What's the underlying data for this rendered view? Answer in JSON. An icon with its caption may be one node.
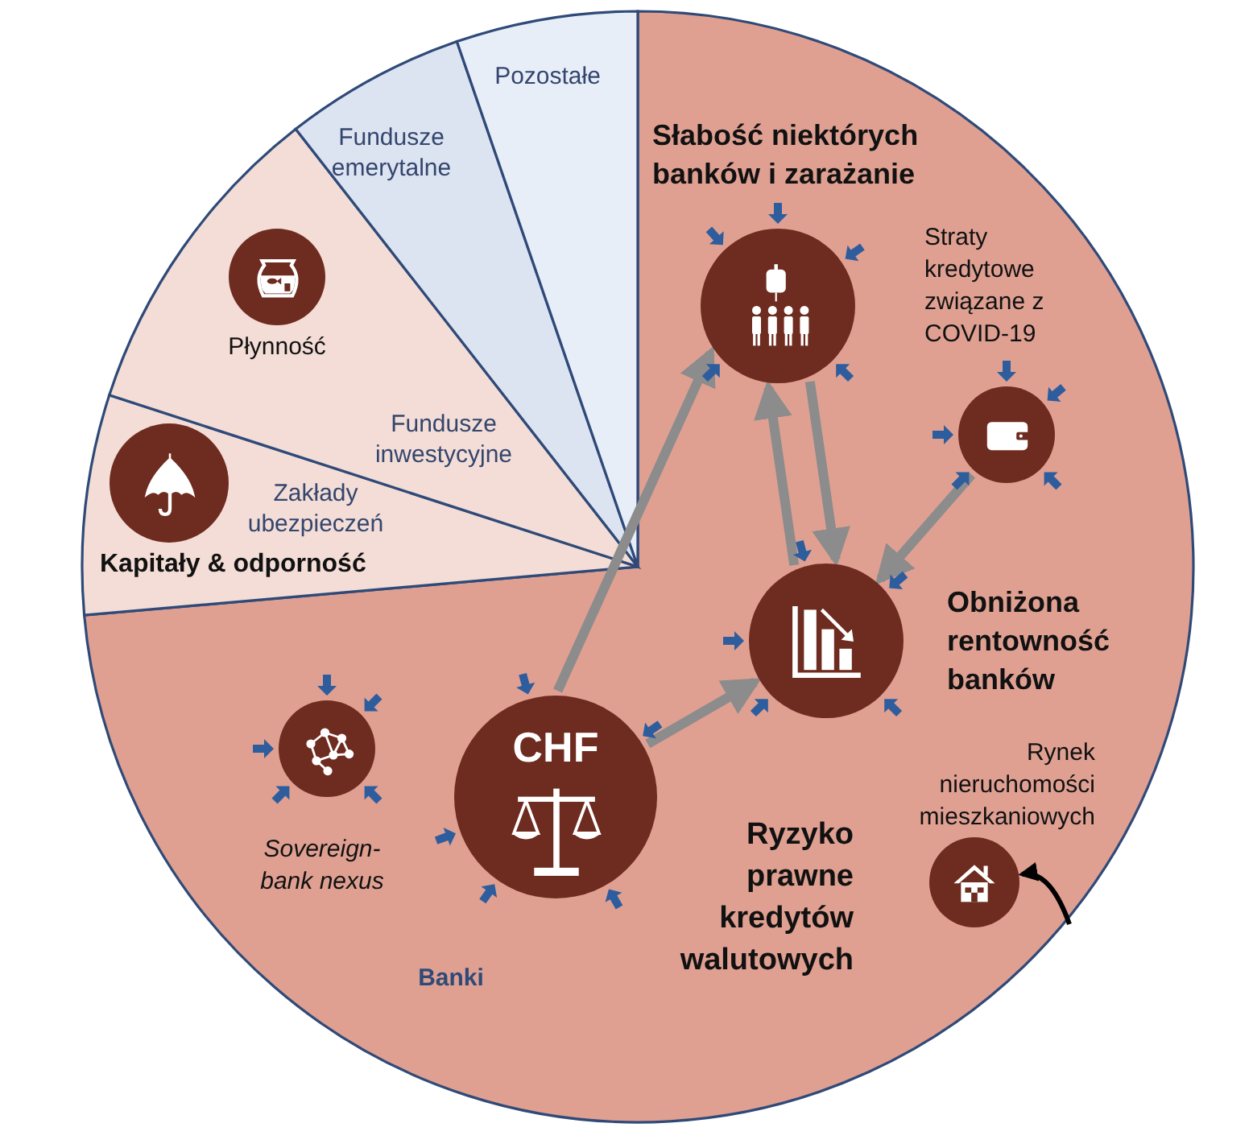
{
  "diagram": {
    "nodes": [
      {
        "text": [
          "Banki"
        ]
      },
      {
        "text": [
          "Zakłady ubezpieczeń"
        ]
      },
      {
        "text": [
          "Fundusze inwestycyjne"
        ]
      },
      {
        "text": [
          "Fundusze emerytalne"
        ]
      },
      {
        "text": [
          "Pozostałe"
        ]
      },
      {
        "text": [
          "Słabość niektórych banków i zarażanie"
        ],
        "in": 0
      },
      {
        "text": [
          "Straty kredytowe związane z COVID-19"
        ],
        "in": 0
      },
      {
        "text": [
          "Obniżona rentowność banków"
        ],
        "in": 0
      },
      {
        "text": [
          "CHF",
          "Ryzyko prawne kredytów walutowych"
        ],
        "in": 0
      },
      {
        "text": [
          "Sovereign-bank nexus"
        ],
        "in": 0
      },
      {
        "text": [
          "Rynek nieruchomości mieszkaniowych"
        ],
        "in": 0
      },
      {
        "text": [
          "Płynność"
        ],
        "in": 2
      },
      {
        "text": [
          "Kapitały & odporność"
        ],
        "in": 1
      }
    ],
    "edges": [
      {
        "from": 8,
        "to": 5,
        "arrow": "to"
      },
      {
        "from": 7,
        "to": 5,
        "arrow": "to"
      },
      {
        "from": 5,
        "to": 7,
        "arrow": "to"
      },
      {
        "from": 6,
        "to": 7,
        "arrow": "to"
      },
      {
        "from": 8,
        "to": 7,
        "arrow": "to"
      },
      {
        "from": null,
        "to": 10,
        "arrow": "to",
        "color": "#000000"
      }
    ]
  }
}
